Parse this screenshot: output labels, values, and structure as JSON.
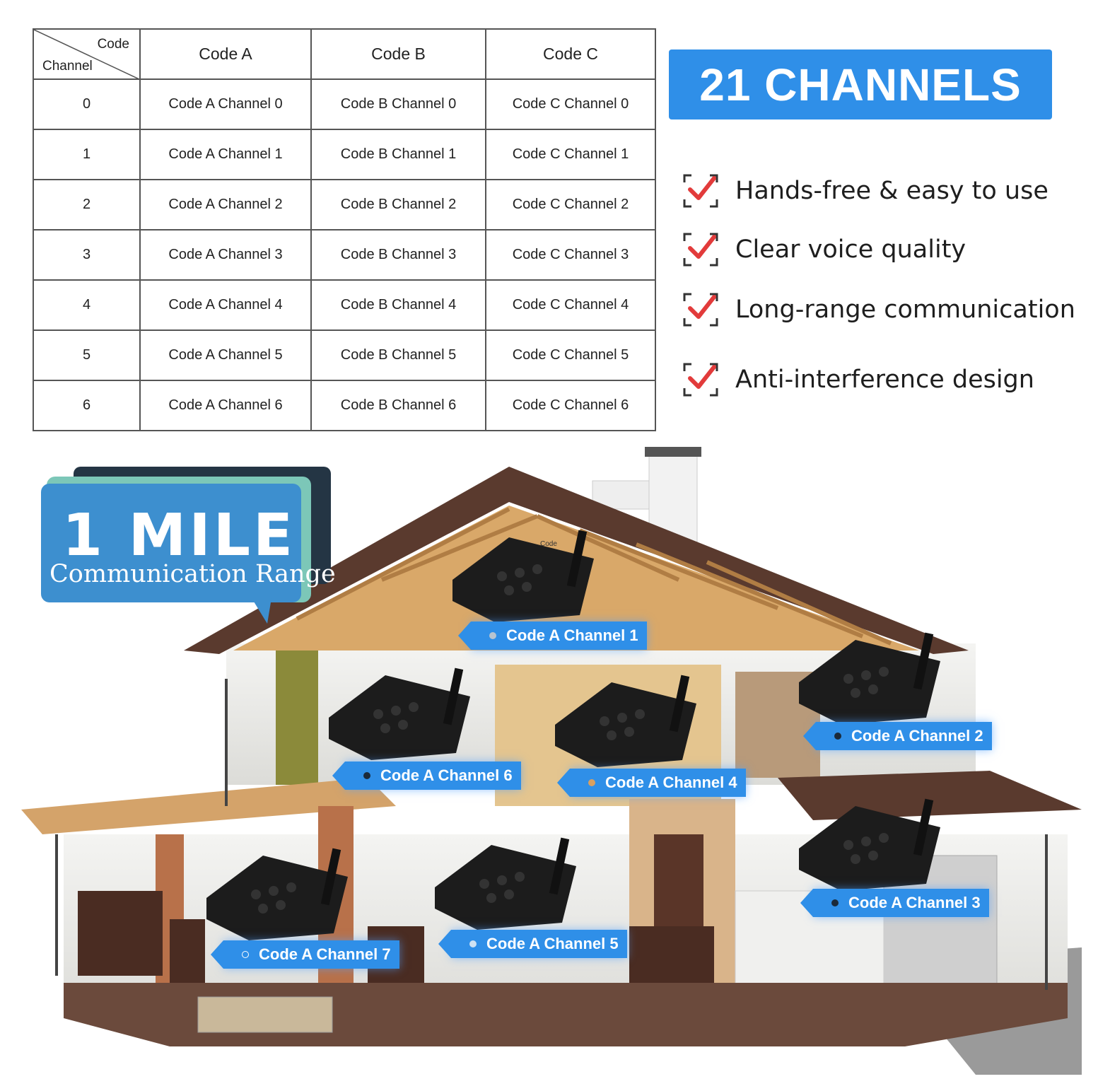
{
  "table": {
    "corner_top": "Code",
    "corner_bottom": "Channel",
    "headers": [
      "Code A",
      "Code B",
      "Code C"
    ],
    "rows": [
      {
        "channel": "0",
        "cells": [
          "Code A Channel 0",
          "Code B Channel 0",
          "Code C Channel 0"
        ]
      },
      {
        "channel": "1",
        "cells": [
          "Code A Channel 1",
          "Code B Channel 1",
          "Code C Channel 1"
        ]
      },
      {
        "channel": "2",
        "cells": [
          "Code A Channel 2",
          "Code B Channel 2",
          "Code C Channel 2"
        ]
      },
      {
        "channel": "3",
        "cells": [
          "Code A Channel 3",
          "Code B Channel 3",
          "Code C Channel 3"
        ]
      },
      {
        "channel": "4",
        "cells": [
          "Code A Channel 4",
          "Code B Channel 4",
          "Code C Channel 4"
        ]
      },
      {
        "channel": "5",
        "cells": [
          "Code A Channel 5",
          "Code B Channel 5",
          "Code C Channel 5"
        ]
      },
      {
        "channel": "6",
        "cells": [
          "Code A Channel 6",
          "Code B Channel 6",
          "Code C Channel 6"
        ]
      }
    ]
  },
  "banner": {
    "text": "21 CHANNELS",
    "color": "#2f8fe8"
  },
  "features": [
    {
      "label": "Hands-free & easy to use",
      "icon": "checkbox-check-icon"
    },
    {
      "label": "Clear voice quality",
      "icon": "checkbox-check-icon"
    },
    {
      "label": "Long-range communication",
      "icon": "checkbox-check-icon"
    },
    {
      "label": "Anti-interference design",
      "icon": "checkbox-check-icon"
    }
  ],
  "range": {
    "title": "1 MILE",
    "subtitle": "Communication Range"
  },
  "devices": [
    {
      "label": "Code A Channel 1",
      "dot_color": "#b8c4d0"
    },
    {
      "label": "Code A Channel 2",
      "dot_color": "#1b2a3a"
    },
    {
      "label": "Code A Channel 6",
      "dot_color": "#1b2a3a"
    },
    {
      "label": "Code A Channel 4",
      "dot_color": "#d9a060"
    },
    {
      "label": "Code A Channel 3",
      "dot_color": "#1b2a3a"
    },
    {
      "label": "Code A Channel 7",
      "dot_color": "#2f8fe8"
    },
    {
      "label": "Code A Channel 5",
      "dot_color": "#cfe2f3"
    }
  ],
  "device_tag": "Code",
  "colors": {
    "accent": "#2f8fe8",
    "check_red": "#e23b3b",
    "roof": "#5a3a2e",
    "wood": "#d9a869"
  }
}
